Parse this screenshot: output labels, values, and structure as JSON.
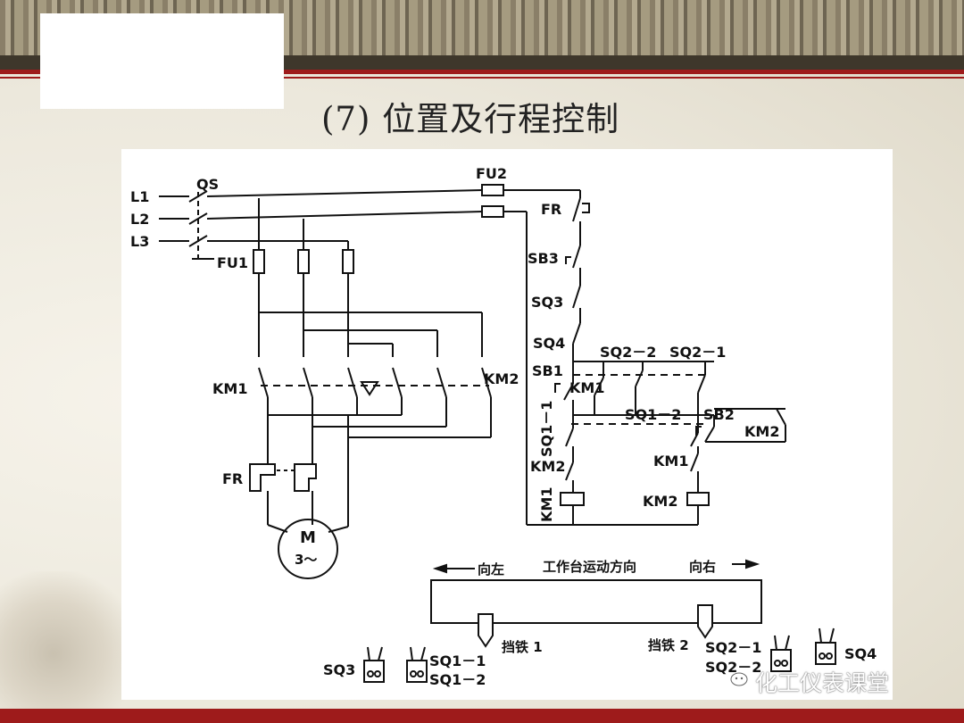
{
  "slide": {
    "title": "(7) 位置及行程控制"
  },
  "power_circuit": {
    "lines": [
      "L1",
      "L2",
      "L3"
    ],
    "switch": "QS",
    "fuse1": "FU1",
    "fuse2": "FU2",
    "contactor1": "KM1",
    "contactor2": "KM2",
    "overload": "FR",
    "motor": "M",
    "motor_phase": "3～"
  },
  "control_circuit": {
    "fr": "FR",
    "sb3": "SB3",
    "sq3": "SQ3",
    "sq4": "SQ4",
    "sq2_2": "SQ2－2",
    "sq2_1": "SQ2－1",
    "sb1": "SB1",
    "km1_contact": "KM1",
    "sq1_1": "SQ1－1",
    "sq1_2": "SQ1－2",
    "sb2": "SB2",
    "km2_contact": "KM2",
    "km2_interlock": "KM2",
    "km1_interlock": "KM1",
    "km1_coil": "KM1",
    "km2_coil": "KM2"
  },
  "table": {
    "left": "向左",
    "direction": "工作台运动方向",
    "right": "向右",
    "stop1": "挡铁 1",
    "stop2": "挡铁 2",
    "sq3": "SQ3",
    "sq1_1": "SQ1－1",
    "sq1_2": "SQ1－2",
    "sq2_1": "SQ2－1",
    "sq2_2": "SQ2－2",
    "sq4": "SQ4"
  },
  "watermark": "化工仪表课堂"
}
